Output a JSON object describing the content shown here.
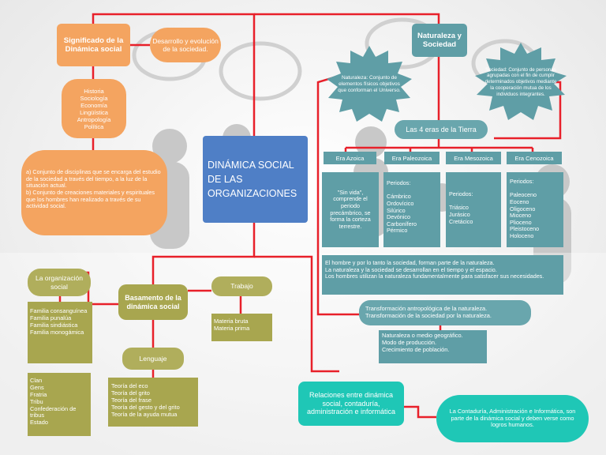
{
  "title": "DINÁMICA SOCIAL DE LAS ORGANIZACIONES",
  "significado": {
    "label": "Significado de la Dinámica social",
    "desarrollo": "Desarrollo y evolución de la sociedad.",
    "disciplinas": "Historia\nSociología\nEconomía\nLingüística\nAntropología\nPolítica",
    "definicion": "a)                              Conjunto de disciplinas que se encarga del estudio de la sociedad a través del tiempo, a la luz de la situación actual.\nb)                                Conjunto de creaciones materiales y espirituales que los hombres han realizado a través de su actividad social."
  },
  "naturaleza": {
    "label": "Naturaleza y Sociedad",
    "star_naturaleza": "Naturaleza: Conjunto de elementos físicos objetivos que conforman el Universo.",
    "star_sociedad": "Sociedad: Conjunto de personas agrupadas con el fin de cumplir determinados objetivos mediante la cooperación mutua de los individuos integrantes.",
    "eras_label": "Las 4 eras de la Tierra",
    "eras": [
      {
        "name": "Era Azoica",
        "content": "\"Sin vida\", comprende el periodo precámbrico, se forma la corteza terrestre."
      },
      {
        "name": "Era Paleozoica",
        "content": "Periodos:\n\nCámbrico\nOrdovícico\nSilúrico\nDevónico\nCarbonífero\nPérmico"
      },
      {
        "name": "Era Mesozoica",
        "content": "Periodos:\n\nTriásico\nJurásico\nCretácico"
      },
      {
        "name": "Era Cenozoica",
        "content": "Periodos:\n\nPaleoceno\nEoceno\nOligoceno\nMioceno\nPlioceno\nPleistoceno\nHoloceno"
      }
    ],
    "hombre": "El hombre y por lo tanto la sociedad, forman parte de la naturaleza.\nLa naturaleza y la sociedad se desarrollan en el tiempo y el espacio.\nLos hombres utilizan la naturaleza fundamentalmente para satisfacer sus necesidades.",
    "transformacion": "Transformación antropológica de la naturaleza.\nTransformación de la sociedad por la naturaleza.",
    "medio": "Naturaleza o medio geográfico.\nModo de producción.\nCrecimiento de población."
  },
  "basamento": {
    "label": "Basamento de la dinámica social",
    "organizacion": "La organización social",
    "familias": "Familia consanguínea\nFamilia punalúa\nFamilia sindiástica\nFamilia monogámica",
    "clanes": "Clan\nGens\nFratria\nTribu\nConfederación de tribus\nEstado",
    "trabajo": "Trabajo",
    "materia": "Materia bruta\nMateria prima",
    "lenguaje": "Lenguaje",
    "teorias": "Teoría del eco\nTeoría del grito\nTeoría del frase\nTeoría del gesto y del grito\nTeoría de la ayuda mutua"
  },
  "relaciones": {
    "label": "Relaciones entre dinámica social, contaduría, administración e informática",
    "conclusion": "La Contaduría, Administración e Informática, son parte de la dinámica social y deben verse como logros humanos."
  },
  "colors": {
    "line": "#e8202a",
    "orange": "#f4a460",
    "teal": "#5f9ea6",
    "olive": "#a8a64f",
    "cyan": "#1fc7b6",
    "blue": "#4f7fc6"
  }
}
